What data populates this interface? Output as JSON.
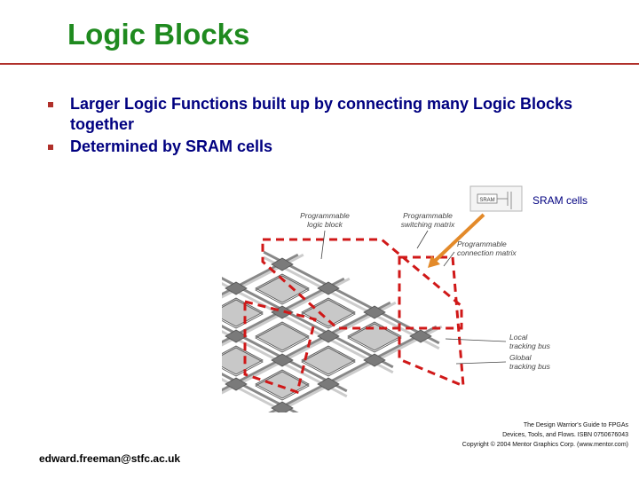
{
  "title": "Logic Blocks",
  "bullets": [
    "Larger Logic Functions built up by connecting many Logic Blocks together",
    "Determined by SRAM cells"
  ],
  "diagram": {
    "sram_box_label": "SRAM",
    "sram_cells_label": "SRAM cells",
    "labels": {
      "programmable_logic_block": [
        "Programmable",
        "logic block"
      ],
      "programmable_switching_matrix": [
        "Programmable",
        "switching matrix"
      ],
      "programmable_connection_matrix": [
        "Programmable",
        "connection matrix"
      ],
      "local_tracking_bus": [
        "Local",
        "tracking bus"
      ],
      "global_tracking_bus": [
        "Global",
        "tracking bus"
      ]
    },
    "colors": {
      "arrow": "#e38a2a",
      "dashed_outline": "#d01818",
      "logic_block": "#c8c8c8",
      "switch_block": "#7a7a7a"
    }
  },
  "footer": {
    "email": "edward.freeman@stfc.ac.uk",
    "credit_lines": [
      "The Design Warrior's Guide to FPGAs",
      "Devices, Tools, and Flows. ISBN 0750676043",
      "Copyright © 2004 Mentor Graphics Corp. (www.mentor.com)"
    ]
  }
}
